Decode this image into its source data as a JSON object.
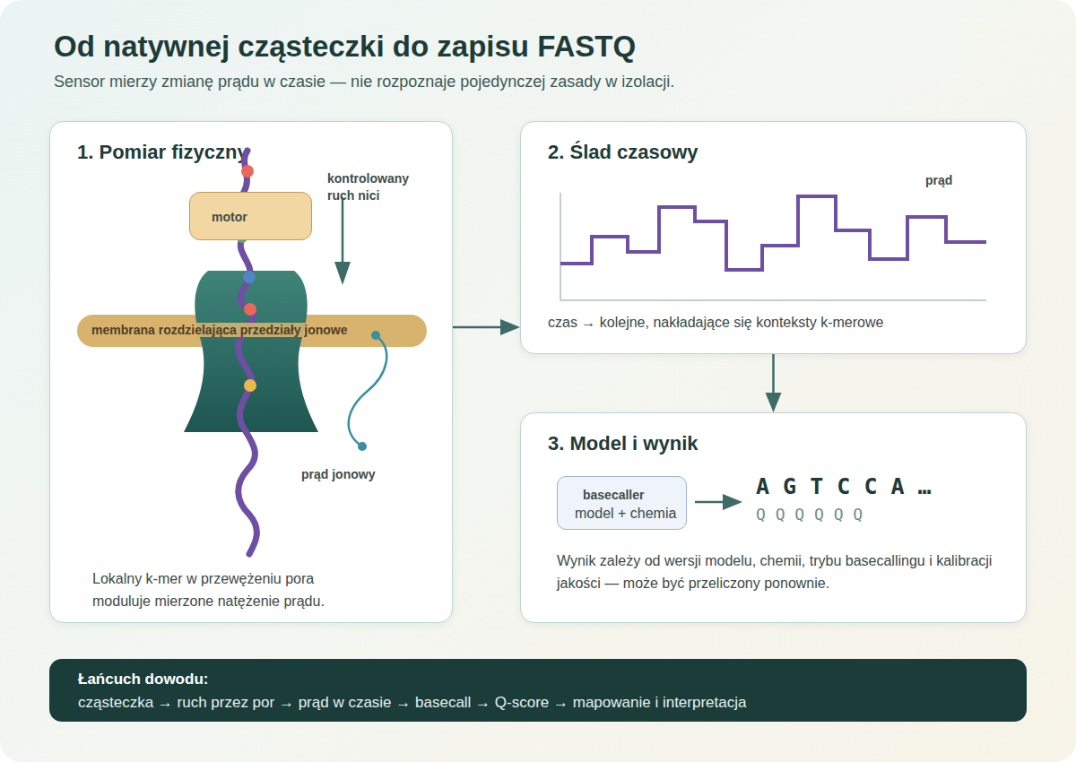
{
  "diagram": {
    "title": "Od natywnej cząsteczki do zapisu FASTQ",
    "caption": "Sensor mierzy zmianę prądu w czasie — nie rozpoznaje pojedynczej zasady w izolacji.",
    "nodes": [
      {
        "text": [
          "1. Pomiar fizyczny",
          "Lokalny k-mer w przewężeniu pora moduluje mierzone natężenie prądu."
        ]
      },
      {
        "text": [
          "motor"
        ],
        "in": 0
      },
      {
        "text": [
          "membrana rozdzielająca przedziały jonowe"
        ],
        "in": 0
      },
      {
        "text": [
          "2. Ślad czasowy",
          "czas → kolejne, nakładające się konteksty k-merowe"
        ]
      },
      {
        "text": [
          "3. Model i wynik",
          "Wynik zależy od wersji modelu, chemii, trybu basecallingu i kalibracji jakości — może być przeliczony ponownie."
        ]
      },
      {
        "text": [
          "basecaller",
          "model + chemia"
        ],
        "in": 4
      },
      {
        "text": [
          "Łańcuch dowodu:",
          "cząsteczka → ruch przez por → prąd w czasie → basecall → Q-score → mapowanie i interpretacja"
        ]
      }
    ],
    "edges": [
      {
        "from": 0,
        "to": 3,
        "arrow": "to"
      },
      {
        "from": 3,
        "to": 4,
        "arrow": "to"
      }
    ],
    "labels": [
      "kontrolowany ruch nici",
      "prąd jonowy",
      "prąd",
      "A G T C C A …",
      "Q Q Q Q Q Q"
    ]
  }
}
